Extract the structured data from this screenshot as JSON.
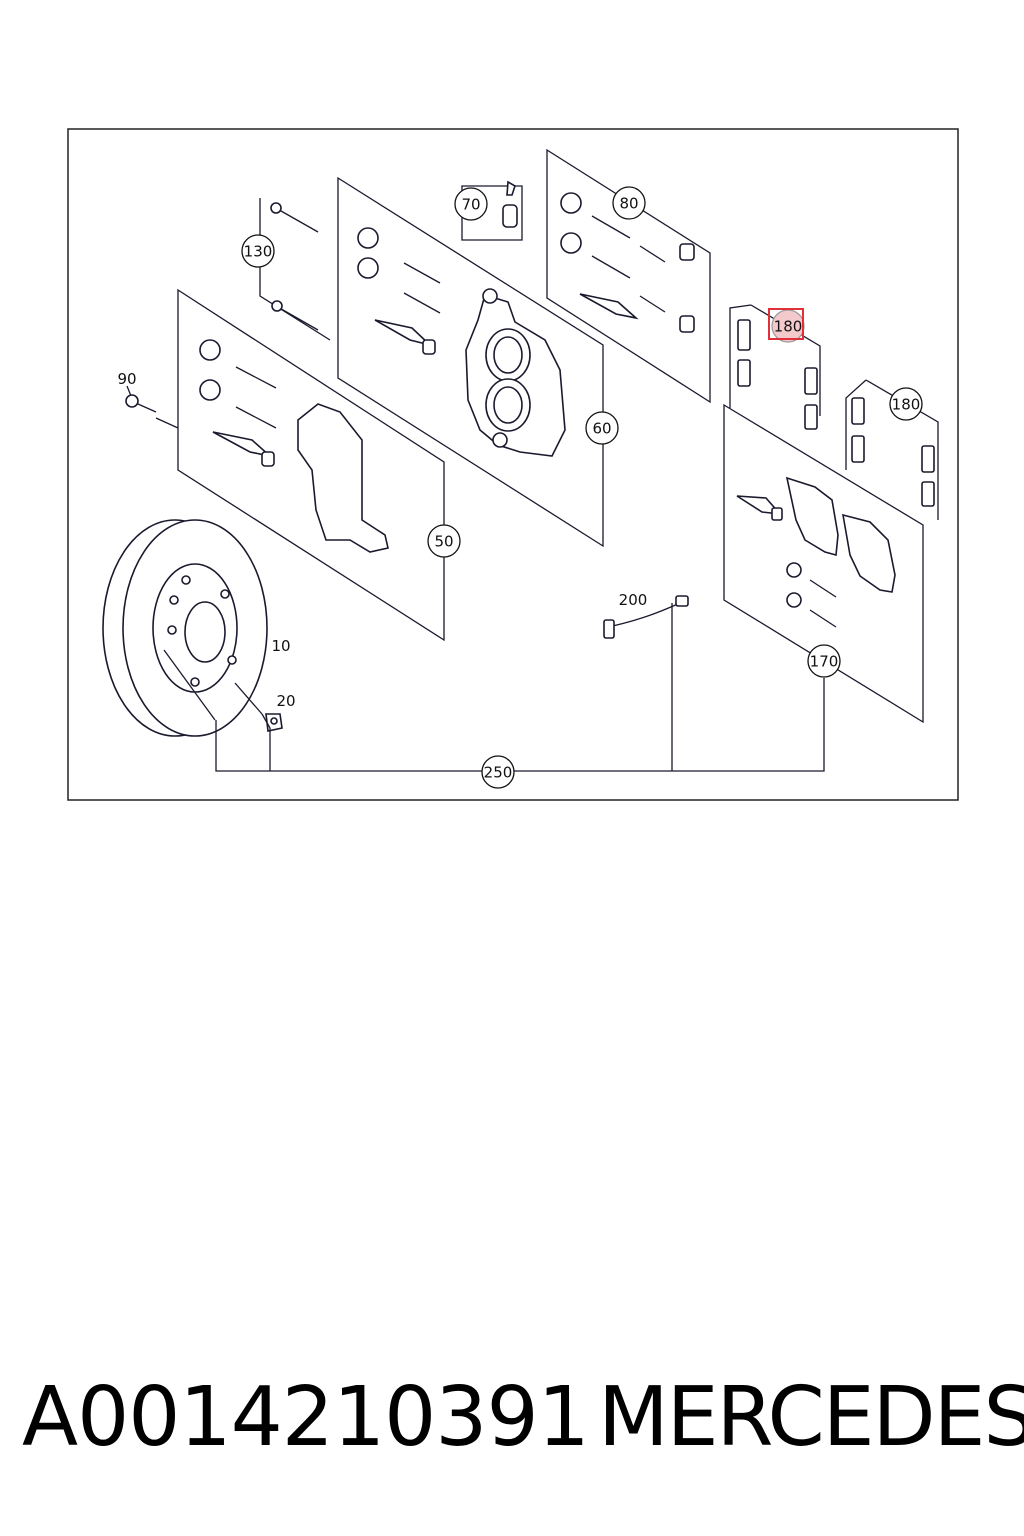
{
  "diagram": {
    "callouts": {
      "c10": "10",
      "c20": "20",
      "c50": "50",
      "c60": "60",
      "c70": "70",
      "c80": "80",
      "c90": "90",
      "c130": "130",
      "c170": "170",
      "c180a": "180",
      "c180b": "180",
      "c200": "200",
      "c250": "250"
    },
    "highlight_color": "#e0303a"
  },
  "footer": {
    "part_number": "A0014210391",
    "brand": "MERCEDES"
  }
}
